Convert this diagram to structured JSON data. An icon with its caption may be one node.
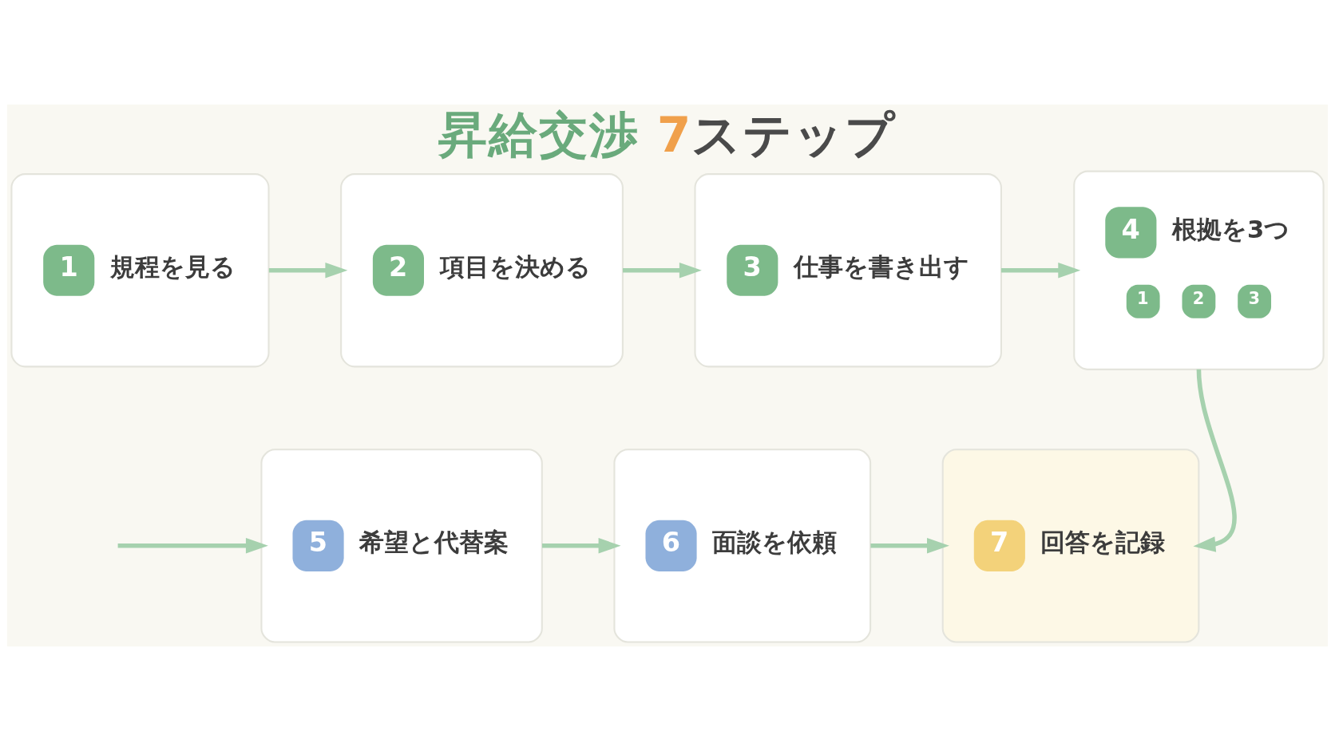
{
  "diagram": {
    "title": "昇給交渉 7ステップ",
    "nodes": [
      {
        "text": [
          "1",
          "規程を見る"
        ]
      },
      {
        "text": [
          "2",
          "項目を決める"
        ]
      },
      {
        "text": [
          "3",
          "仕事を書き出す"
        ]
      },
      {
        "text": [
          "4",
          "根拠を3つ",
          "1",
          "2",
          "3"
        ]
      },
      {
        "text": [
          "5",
          "希望と代替案"
        ]
      },
      {
        "text": [
          "6",
          "面談を依頼"
        ]
      },
      {
        "text": [
          "7",
          "回答を記録"
        ]
      }
    ],
    "edges": [
      {
        "from": 0,
        "to": 1,
        "arrow": "to"
      },
      {
        "from": 1,
        "to": 2,
        "arrow": "to"
      },
      {
        "from": 2,
        "to": 3,
        "arrow": "to"
      },
      {
        "from": 3,
        "to": 6,
        "arrow": "to"
      },
      {
        "from": null,
        "to": 4,
        "arrow": "to"
      },
      {
        "from": 4,
        "to": 5,
        "arrow": "to"
      },
      {
        "from": 5,
        "to": 6,
        "arrow": "to"
      }
    ]
  }
}
